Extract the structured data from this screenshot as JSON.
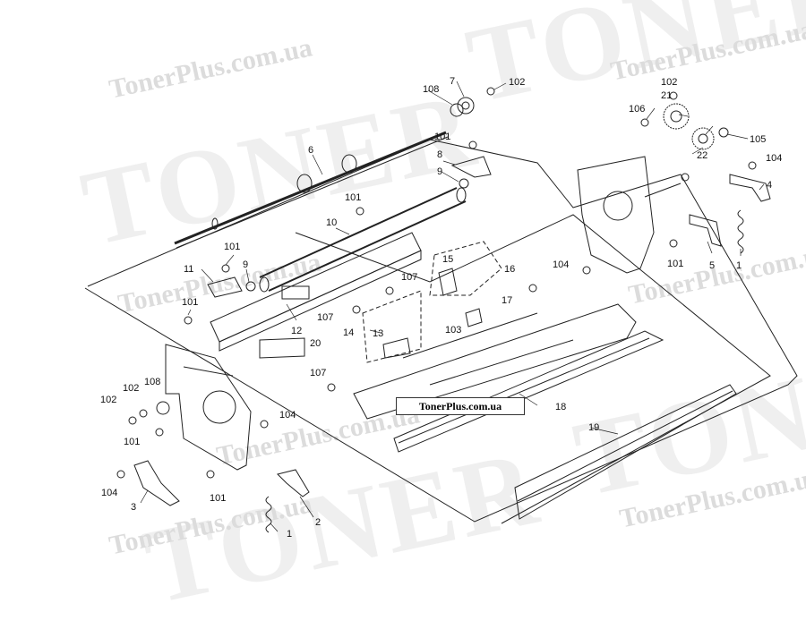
{
  "watermark": {
    "brand": "TONER",
    "site": "TonerPlus.com.ua"
  },
  "footer_url": "TonerPlus.com.ua",
  "callouts": [
    "1",
    "1",
    "2",
    "3",
    "4",
    "5",
    "6",
    "7",
    "8",
    "9",
    "9",
    "10",
    "11",
    "12",
    "13",
    "14",
    "15",
    "16",
    "17",
    "18",
    "19",
    "20",
    "21",
    "22",
    "101",
    "101",
    "101",
    "101",
    "101",
    "101",
    "101",
    "102",
    "102",
    "102",
    "102",
    "103",
    "104",
    "104",
    "104",
    "104",
    "105",
    "106",
    "107",
    "107",
    "107",
    "108",
    "108"
  ],
  "colors": {
    "line": "#222222",
    "watermark": "#dcdcdc",
    "background": "#ffffff"
  }
}
